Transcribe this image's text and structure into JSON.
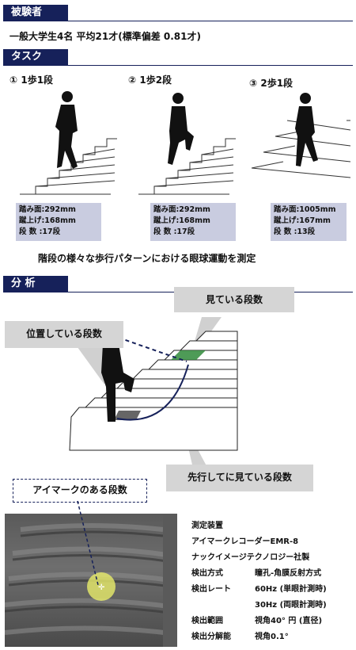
{
  "sections": {
    "subjects": {
      "title": "被験者",
      "text": "一般大学生4名  平均21才(標準偏差  0.81才)"
    },
    "task": {
      "title": "タスク",
      "tasks": [
        {
          "label": "①  1歩1段",
          "tread": "踏み面:292mm",
          "riser": "蹴上げ:168mm",
          "steps": "段  数 :17段"
        },
        {
          "label": "②  1歩2段",
          "tread": "踏み面:292mm",
          "riser": "蹴上げ:168mm",
          "steps": "段  数 :17段"
        },
        {
          "label": "③  2歩1段",
          "tread": "踏み面:1005mm",
          "riser": "蹴上げ:167mm",
          "steps": "段  数 :13段"
        }
      ],
      "caption": "階段の様々な歩行パターンにおける眼球運動を測定"
    },
    "analysis": {
      "title": "分  析",
      "callout_looking": "見ている段数",
      "callout_position": "位置している段数",
      "callout_ahead": "先行してに見ている段数",
      "eyemark_label": "アイマークのある段数",
      "device": {
        "heading": "測定装置",
        "model": "アイマークレコーダーEMR-8",
        "maker": "ナックイメージテクノロジー社製",
        "method_label": "検出方式",
        "method_value": "瞳孔-角膜反射方式",
        "rate_label": "検出レート",
        "rate_value1": "60Hz  (単眼計測時)",
        "rate_value2": "30Hz  (両眼計測時)",
        "range_label": "検出範囲",
        "range_value": "視角40°  円  (直径)",
        "resolution_label": "検出分解能",
        "resolution_value": "視角0.1°"
      }
    }
  },
  "colors": {
    "navy": "#16215a",
    "param_bg": "#c9cce0",
    "callout_bg": "#d5d5d5",
    "green_step": "#2f8a3a",
    "eye_spot": "#e8ec6a"
  }
}
